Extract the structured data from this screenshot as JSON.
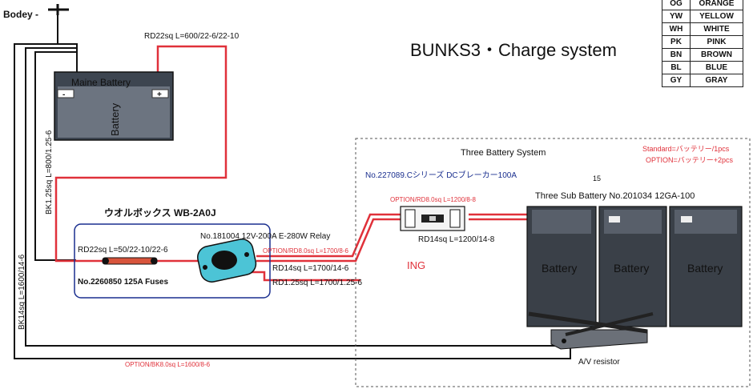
{
  "title": "BUNKS3・Charge system",
  "ground_label": "Bodey -",
  "main_battery": {
    "label": "Maine  Battery",
    "body_text": "Battery",
    "neg": "-",
    "pos": "+"
  },
  "wires": {
    "top_red": "RD22sq  L=600/22-6/22-10",
    "left_black": "BK1.25sq  L=800/1.25-6",
    "outer_black": "BK14sq  L=1600/14-6",
    "fuse_red": "RD22sq  L=50/22-10/22-6",
    "relay_out": "RD14sq  L=1700/14-6",
    "option_rd8": "OPTION/RD8.0sq  L=1700/8-6",
    "ign_wire": "RD1.25sq  L=1700/1.25-6",
    "breaker_option": "OPTION/RD8.0sq  L=1200/8-8",
    "breaker_out": "RD14sq  L=1200/14-8",
    "option_bk8": "OPTION/BK8.0sq  L=1600/8-6"
  },
  "wolbox": {
    "title": "ウオルボックス WB-2A0J",
    "relay": "No.181004 12V-200A  E-280W Relay",
    "fuse": "No.2260850 125A Fuses"
  },
  "ing_label": "ING",
  "three_battery": {
    "title": "Three Battery System",
    "breaker": "No.227089.Cシリーズ  DCブレーカー100A",
    "standard": "Standard=バッテリー/1pcs",
    "option": "OPTION=バッテリー+2pcs",
    "num_15": "15",
    "sub_battery": "Three Sub Battery No.201034 12GA-100",
    "battery_texts": [
      "Battery",
      "Battery",
      "Battery"
    ],
    "resistor": "A/V resistor"
  },
  "legend": [
    {
      "code": "OG",
      "name": "ORANGE"
    },
    {
      "code": "YW",
      "name": "YELLOW"
    },
    {
      "code": "WH",
      "name": "WHITE"
    },
    {
      "code": "PK",
      "name": "PINK"
    },
    {
      "code": "BN",
      "name": "BROWN"
    },
    {
      "code": "BL",
      "name": "BLUE"
    },
    {
      "code": "GY",
      "name": "GRAY"
    }
  ],
  "colors": {
    "red_wire": "#e0313a",
    "black_wire": "#111111",
    "box_blue": "#1a2f8f"
  }
}
